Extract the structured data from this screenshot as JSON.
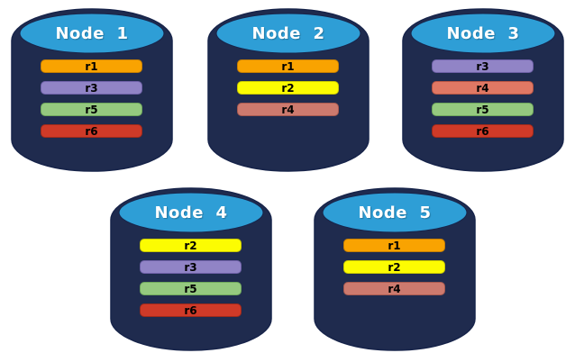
{
  "colors": {
    "background": "#FFFFFF",
    "cylinder_body": "#1F2B4E",
    "cylinder_outline": "#17244A",
    "cylinder_top": "#2E9ED6",
    "node_label_text": "#FFFFFF",
    "bar_text": "#000000"
  },
  "nodes": [
    {
      "label": "Node  1",
      "replicas": [
        {
          "id": "r1",
          "color": "#F9A301",
          "border": "#C77F00"
        },
        {
          "id": "r3",
          "color": "#9184C6",
          "border": "#6F61A8"
        },
        {
          "id": "r5",
          "color": "#95C97F",
          "border": "#6FA85C"
        },
        {
          "id": "r6",
          "color": "#CF3A28",
          "border": "#9E2A1B"
        }
      ]
    },
    {
      "label": "Node  2",
      "replicas": [
        {
          "id": "r1",
          "color": "#F9A301",
          "border": "#C77F00"
        },
        {
          "id": "r2",
          "color": "#FCFC02",
          "border": "#C9C900"
        },
        {
          "id": "r4",
          "color": "#CD7A6E",
          "border": "#A85A50"
        }
      ]
    },
    {
      "label": "Node  3",
      "replicas": [
        {
          "id": "r3",
          "color": "#9184C6",
          "border": "#6F61A8"
        },
        {
          "id": "r4",
          "color": "#E07864",
          "border": "#B55443"
        },
        {
          "id": "r5",
          "color": "#95C97F",
          "border": "#6FA85C"
        },
        {
          "id": "r6",
          "color": "#CF3A28",
          "border": "#9E2A1B"
        }
      ]
    },
    {
      "label": "Node  4",
      "replicas": [
        {
          "id": "r2",
          "color": "#FCFC02",
          "border": "#C9C900"
        },
        {
          "id": "r3",
          "color": "#9184C6",
          "border": "#6F61A8"
        },
        {
          "id": "r5",
          "color": "#95C97F",
          "border": "#6FA85C"
        },
        {
          "id": "r6",
          "color": "#CF3A28",
          "border": "#9E2A1B"
        }
      ]
    },
    {
      "label": "Node  5",
      "replicas": [
        {
          "id": "r1",
          "color": "#F9A301",
          "border": "#C77F00"
        },
        {
          "id": "r2",
          "color": "#FCFC02",
          "border": "#C9C900"
        },
        {
          "id": "r4",
          "color": "#CD7A6E",
          "border": "#A85A50"
        }
      ]
    }
  ]
}
